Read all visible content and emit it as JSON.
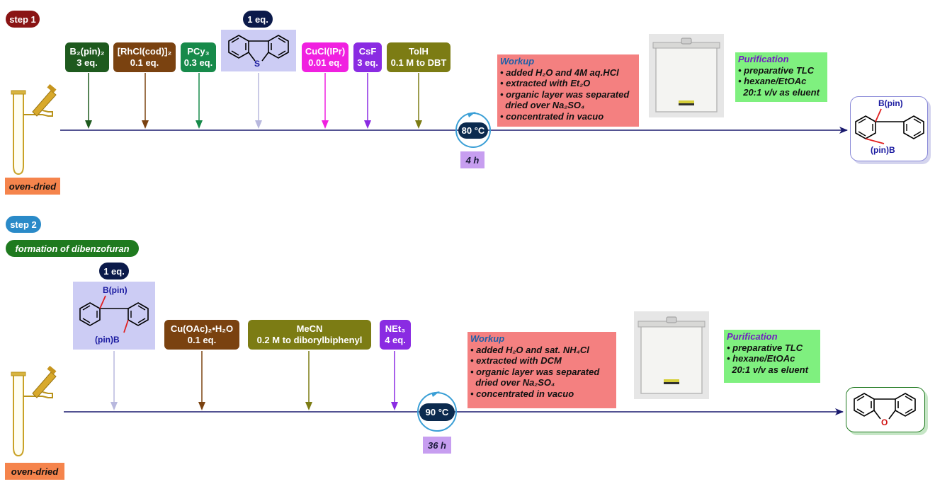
{
  "step1": {
    "badge": "step 1",
    "oven": "oven-dried",
    "eq_badge": "1 eq.",
    "reagents": [
      {
        "line1": "B₂(pin)₂",
        "line2": "3 eq.",
        "color": "#1e5a1e"
      },
      {
        "line1": "[RhCl(cod)]₂",
        "line2": "0.1 eq.",
        "color": "#7a4210"
      },
      {
        "line1": "PCy₃",
        "line2": "0.3 eq.",
        "color": "#178a4a"
      },
      {
        "line1": "CuCl(IPr)",
        "line2": "0.01 eq.",
        "color": "#f020e0"
      },
      {
        "line1": "CsF",
        "line2": "3 eq.",
        "color": "#8a2be2"
      },
      {
        "line1": "TolH",
        "line2": "0.1 M to DBT",
        "color": "#7c7c14"
      }
    ],
    "sulfur_label": "S",
    "temperature": "80 °C",
    "time": "4 h",
    "workup": {
      "title": "Workup",
      "items": [
        "• added H₂O and 4M aq.HCl",
        "• extracted with Et₂O",
        "• organic layer was separated",
        "  dried over Na₂SO₄",
        "• concentrated in vacuo"
      ]
    },
    "purification": {
      "title": "Purification",
      "items": [
        "• preparative TLC",
        "• hexane/EtOAc",
        "  20:1 v/v as eluent"
      ]
    },
    "product": {
      "top": "B(pin)",
      "bottom": "(pin)B"
    }
  },
  "step2": {
    "badge": "step 2",
    "subtitle": "formation of dibenzofuran",
    "oven": "oven-dried",
    "eq_badge": "1 eq.",
    "substrate": {
      "top": "B(pin)",
      "bottom": "(pin)B"
    },
    "reagents": [
      {
        "line1": "Cu(OAc)₂•H₂O",
        "line2": "0.1 eq.",
        "color": "#7a4210"
      },
      {
        "line1": "MeCN",
        "line2": "0.2 M to diborylbiphenyl",
        "color": "#7c7c14"
      },
      {
        "line1": "NEt₃",
        "line2": "4 eq.",
        "color": "#8a2be2"
      }
    ],
    "temperature": "90 °C",
    "time": "36 h",
    "workup": {
      "title": "Workup",
      "items": [
        "• added H₂O and sat. NH₄Cl",
        "• extracted with DCM",
        "• organic layer was separated",
        "  dried over Na₂SO₄",
        "• concentrated in vacuo"
      ]
    },
    "purification": {
      "title": "Purification",
      "items": [
        "• preparative TLC",
        "• hexane/EtOAc",
        "  20:1 v/v as eluent"
      ]
    },
    "product_label": "O"
  }
}
